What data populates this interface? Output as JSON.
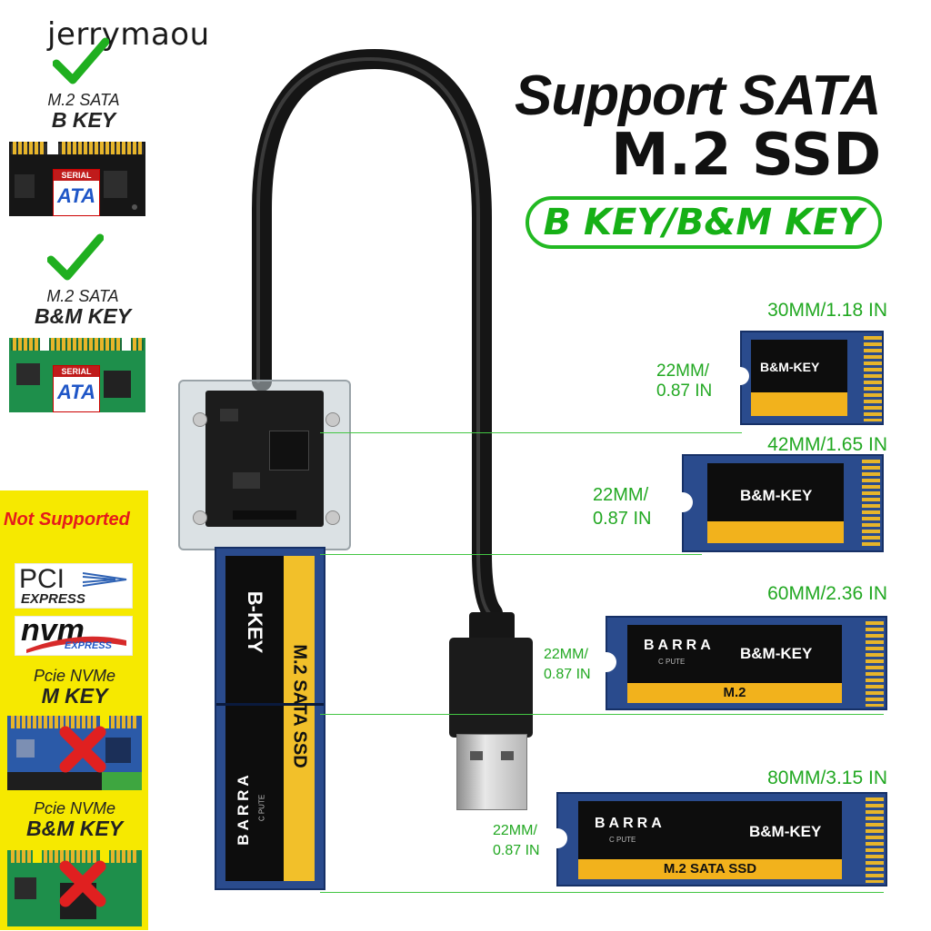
{
  "watermark": "jerrymaou",
  "header": {
    "title_line1": "Support SATA",
    "title_line2": "M.2 SSD",
    "key_badge": "B KEY/B&M KEY"
  },
  "supported": [
    {
      "line1": "M.2 SATA",
      "line2": "B KEY",
      "chip_text_top": "SERIAL",
      "chip_text_bottom": "ATA",
      "icon": "checkmark-icon"
    },
    {
      "line1": "M.2 SATA",
      "line2": "B&M KEY",
      "chip_text_top": "SERIAL",
      "chip_text_bottom": "ATA",
      "icon": "checkmark-icon"
    }
  ],
  "not_supported": {
    "heading": "Not Supported",
    "pci_logo": {
      "big": "PCI",
      "small": "EXPRESS"
    },
    "nvme_logo": {
      "big": "nvm",
      "small": "EXPRESS"
    },
    "items": [
      {
        "line1": "Pcie NVMe",
        "line2": "M KEY",
        "icon": "red-x-icon"
      },
      {
        "line1": "Pcie NVMe",
        "line2": "B&M KEY",
        "icon": "red-x-icon"
      }
    ]
  },
  "adapter_ssd": {
    "label_key": "B-KEY",
    "label_type": "M.2 SATA SSD",
    "brand": "BARRA",
    "brand_sub": "C PUTE"
  },
  "sizes": [
    {
      "length": "30MM/1.18 IN",
      "width_line1": "22MM/",
      "width_line2": "0.87 IN",
      "key": "B&M-KEY",
      "brand": "",
      "cap": ""
    },
    {
      "length": "42MM/1.65 IN",
      "width_line1": "22MM/",
      "width_line2": "0.87 IN",
      "key": "B&M-KEY",
      "brand": "",
      "cap": ""
    },
    {
      "length": "60MM/2.36 IN",
      "width_line1": "22MM/",
      "width_line2": "0.87 IN",
      "key": "B&M-KEY",
      "brand": "BARRA",
      "brand_sub": "C PUTE",
      "cap": "M.2"
    },
    {
      "length": "80MM/3.15 IN",
      "width_line1": "22MM/",
      "width_line2": "0.87 IN",
      "key": "B&M-KEY",
      "brand": "BARRA",
      "brand_sub": "C PUTE",
      "cap": "M.2 SATA SSD"
    }
  ],
  "colors": {
    "accent_green": "#22b922",
    "warning_yellow": "#f6e900",
    "pcb_blue": "#2a4b8d",
    "label_gold": "#f2b21c",
    "alert_red": "#e51b1b"
  }
}
